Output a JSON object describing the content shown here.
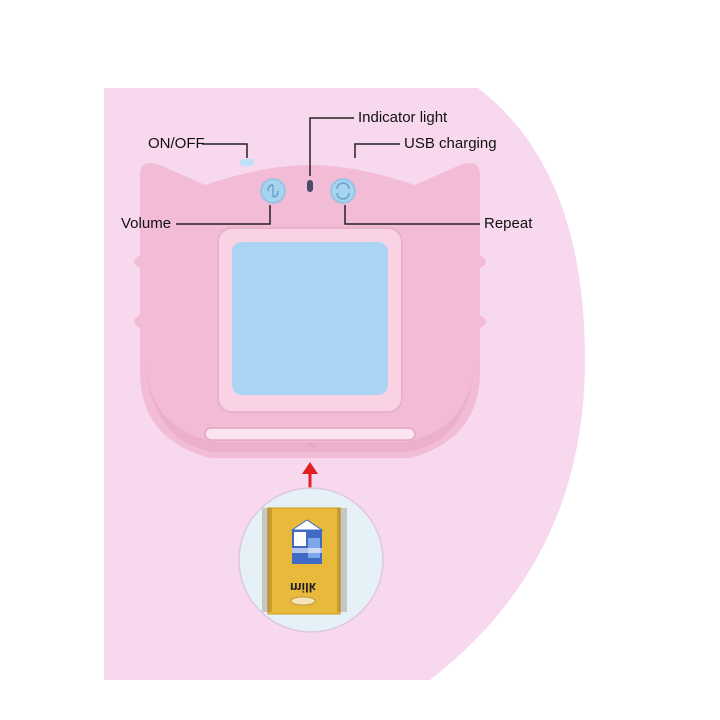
{
  "colors": {
    "background": "#ffffff",
    "pink_backdrop": "#f8d8ee",
    "device_body": "#f2bcd6",
    "device_shade": "#e7a4c4",
    "screen_frame": "#f9d2e4",
    "screen_glass": "#a9d4f4",
    "button_blue": "#a6d3ef",
    "arrow_red": "#e02020",
    "card_yellow": "#e8b93a"
  },
  "labels": {
    "on_off": "ON/OFF",
    "indicator_light": "Indicator light",
    "usb_charging": "USB charging",
    "volume": "Volume",
    "repeat": "Repeat"
  },
  "card": {
    "word": "milk"
  },
  "icons": [
    "volume-button-icon",
    "repeat-button-icon",
    "indicator-led-icon",
    "insert-arrow-icon"
  ]
}
